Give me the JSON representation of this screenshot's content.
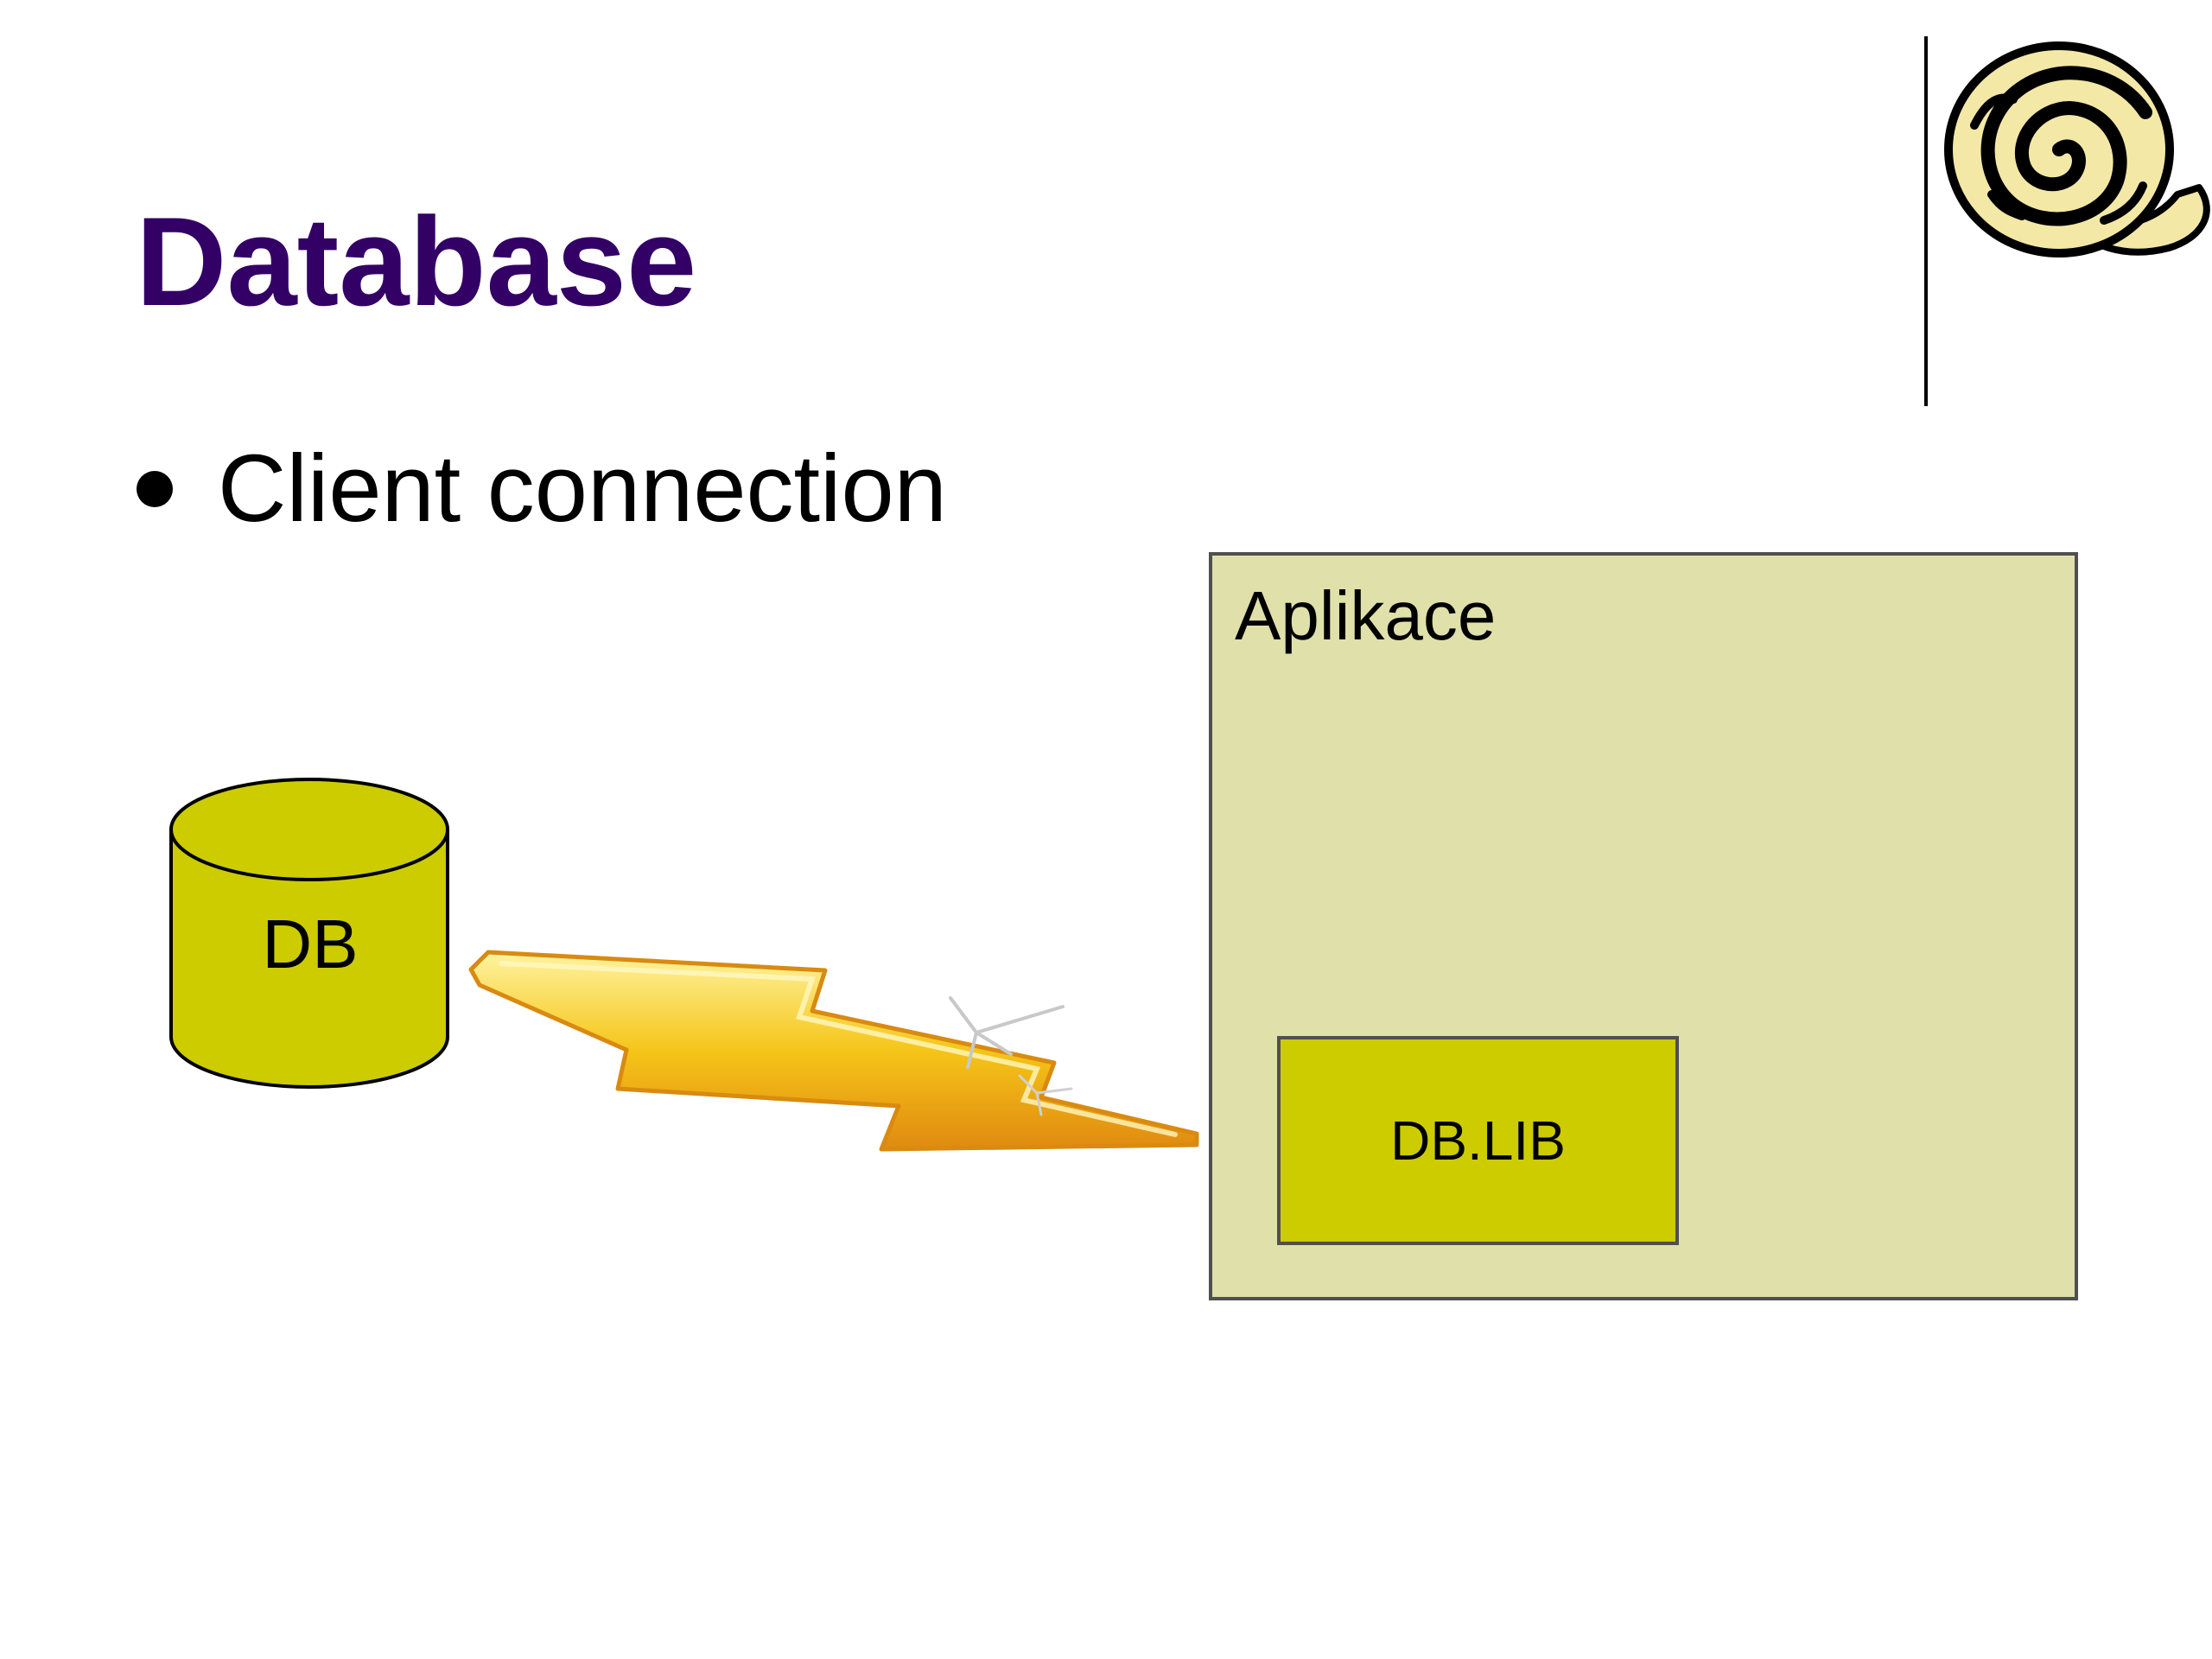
{
  "slide": {
    "title": "Database",
    "bullets": [
      "Client connection"
    ]
  },
  "diagram": {
    "database_label": "DB",
    "application_label": "Aplikace",
    "library_label": "DB.LIB",
    "connection": "lightning-bolt-icon",
    "logo": "scroll-icon"
  },
  "colors": {
    "title": "#330066",
    "database_fill": "#cccc00",
    "application_fill": "#e0e0aa",
    "library_fill": "#cccc00",
    "lightning_fill": "#f5c518",
    "lightning_edge": "#e08a10"
  }
}
